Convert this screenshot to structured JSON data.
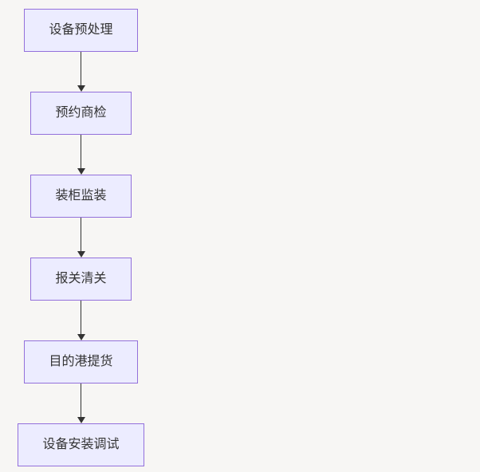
{
  "diagram": {
    "type": "flowchart",
    "direction": "top-down",
    "nodes": [
      {
        "id": "n1",
        "label": "设备预处理"
      },
      {
        "id": "n2",
        "label": "预约商检"
      },
      {
        "id": "n3",
        "label": "装柜监装"
      },
      {
        "id": "n4",
        "label": "报关清关"
      },
      {
        "id": "n5",
        "label": "目的港提货"
      },
      {
        "id": "n6",
        "label": "设备安装调试"
      }
    ],
    "edges": [
      {
        "from": "n1",
        "to": "n2",
        "style": "arrow"
      },
      {
        "from": "n2",
        "to": "n3",
        "style": "arrow"
      },
      {
        "from": "n3",
        "to": "n4",
        "style": "arrow"
      },
      {
        "from": "n4",
        "to": "n5",
        "style": "arrow"
      },
      {
        "from": "n5",
        "to": "n6",
        "style": "arrow"
      }
    ]
  },
  "colors": {
    "background": "#F7F6F4",
    "node_fill": "#ECECFF",
    "node_border": "#9370DB",
    "arrow": "#333333",
    "text": "#333333"
  }
}
